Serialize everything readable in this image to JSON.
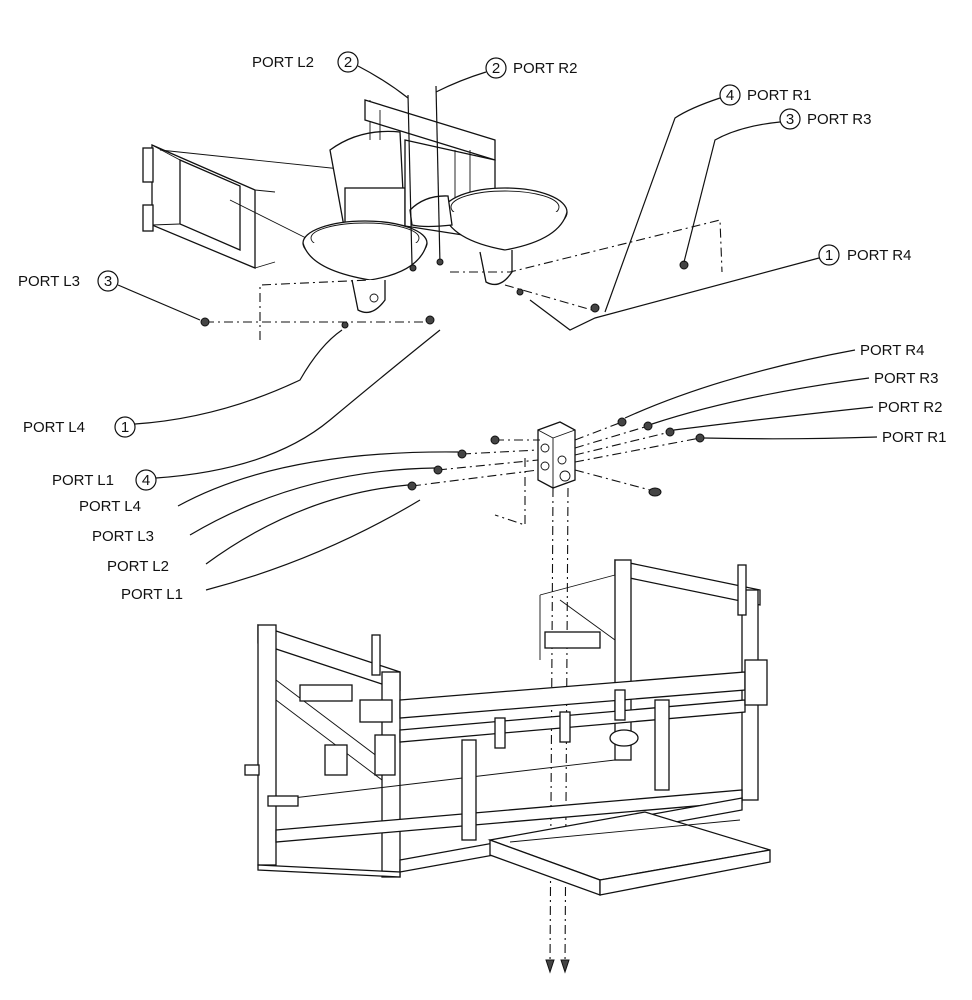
{
  "callouts": {
    "upper": {
      "port_l2": {
        "label": "PORT L2",
        "num": "2"
      },
      "port_r2": {
        "label": "PORT R2",
        "num": "2"
      },
      "port_r1": {
        "label": "PORT R1",
        "num": "4"
      },
      "port_r3": {
        "label": "PORT R3",
        "num": "3"
      },
      "port_r4": {
        "label": "PORT R4",
        "num": "1"
      },
      "port_l3": {
        "label": "PORT L3",
        "num": "3"
      },
      "port_l4": {
        "label": "PORT L4",
        "num": "1"
      },
      "port_l1": {
        "label": "PORT L1",
        "num": "4"
      }
    },
    "manifold": {
      "port_r4": "PORT R4",
      "port_r3": "PORT R3",
      "port_r2": "PORT R2",
      "port_r1": "PORT R1",
      "port_l4": "PORT L4",
      "port_l3": "PORT L3",
      "port_l2": "PORT L2",
      "port_l1": "PORT L1"
    }
  }
}
